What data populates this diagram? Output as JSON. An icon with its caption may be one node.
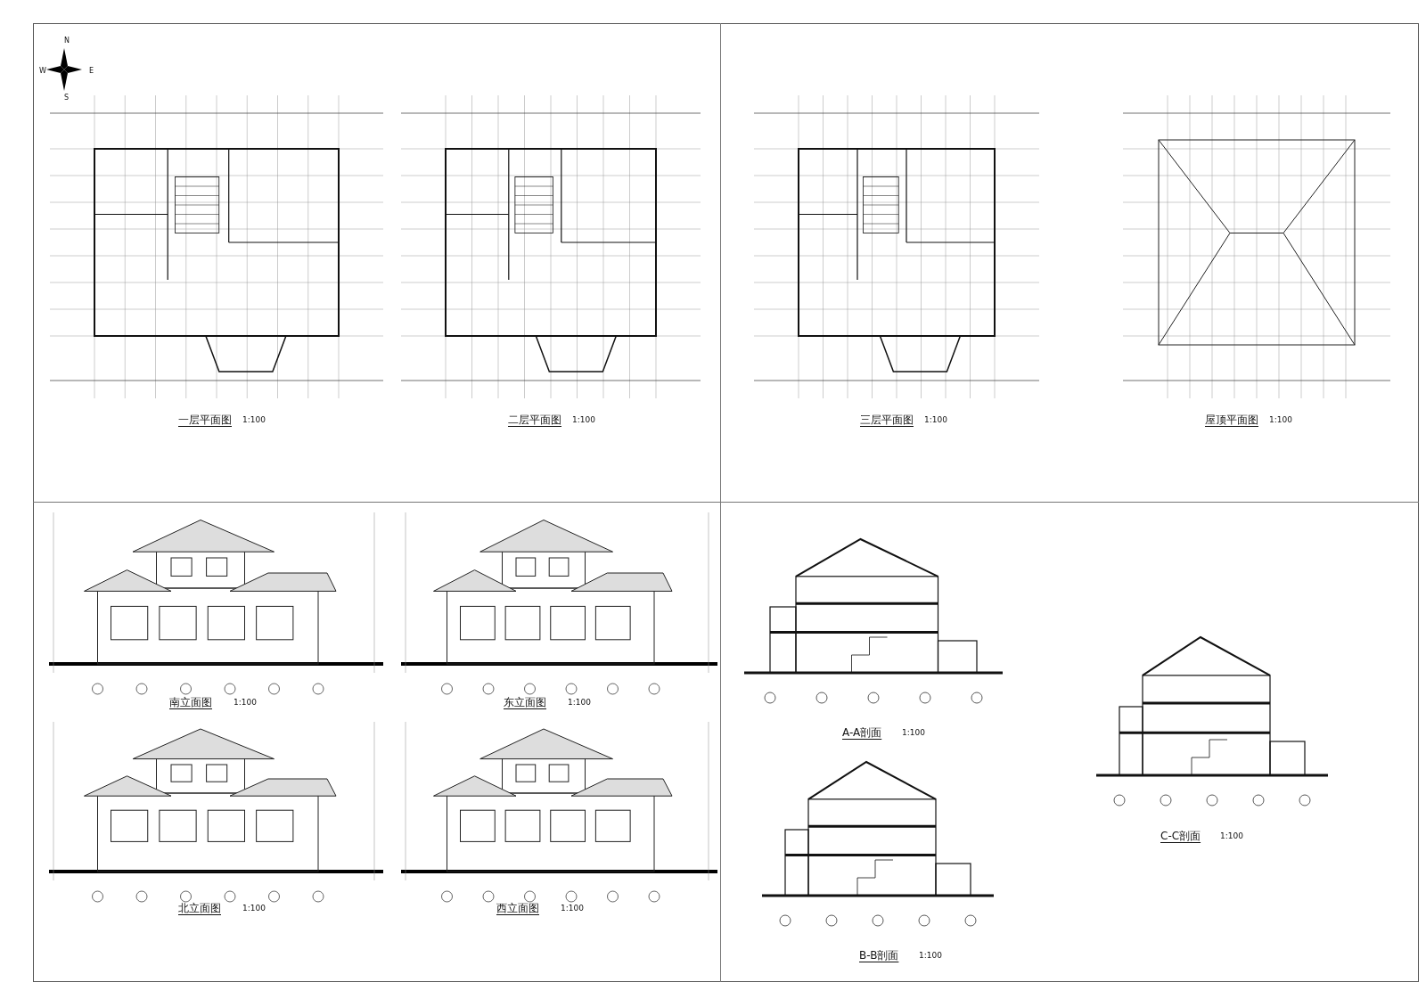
{
  "diagram": {
    "labels": [
      "N",
      "W",
      "E",
      "S",
      "一层平面图",
      "1:100",
      "二层平面图",
      "1:100",
      "三层平面图",
      "1:100",
      "屋顶平面图",
      "1:100",
      "南立面图",
      "1:100",
      "东立面图",
      "1:100",
      "北立面图",
      "1:100",
      "西立面图",
      "1:100",
      "A-A剖面",
      "1:100",
      "B-B剖面",
      "1:100",
      "C-C剖面",
      "1:100"
    ]
  }
}
